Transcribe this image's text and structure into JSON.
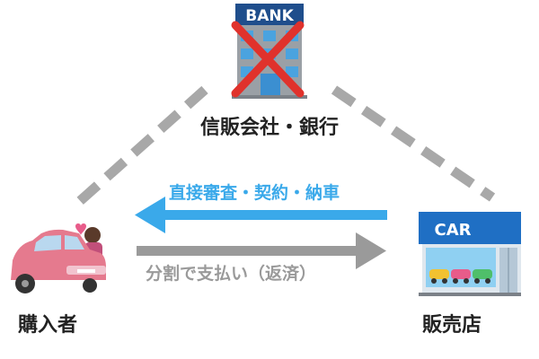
{
  "diagram": {
    "bank": {
      "sign": "BANK",
      "label": "信販会社・銀行",
      "crossed_out": true
    },
    "buyer": {
      "label": "購入者"
    },
    "shop": {
      "sign": "CAR",
      "label": "販売店"
    },
    "arrow_to_buyer": {
      "label": "直接審査・契約・納車",
      "color": "#3aa9ea"
    },
    "arrow_to_shop": {
      "label": "分割で支払い（返済）",
      "color": "#9a9a9a"
    }
  },
  "colors": {
    "dashed_link": "#a8a8a8",
    "cross": "#e0322c",
    "bank_sign": "#1f4e8c",
    "shop_sign": "#1f6fc4",
    "car_body": "#e57a8e"
  }
}
